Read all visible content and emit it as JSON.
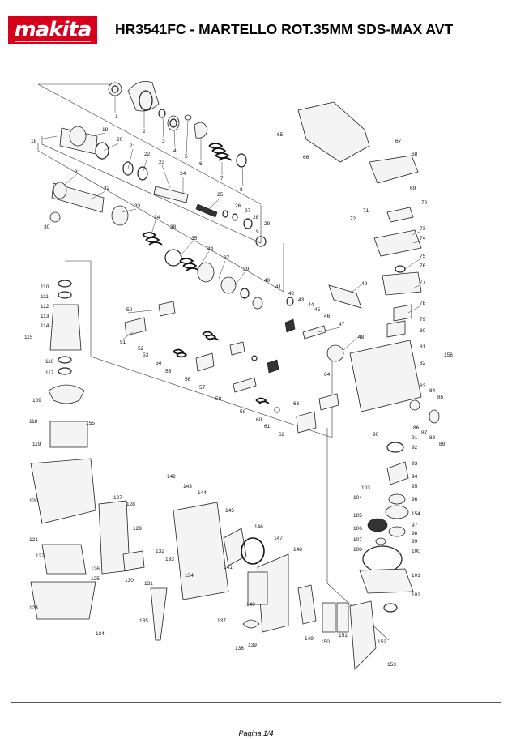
{
  "header": {
    "logo_text": "makita",
    "title": "HR3541FC - MARTELLO ROT.35MM SDS-MAX AVT"
  },
  "labels": {
    "p1": "1",
    "p2": "2",
    "p3": "3",
    "p4": "4",
    "p5": "5",
    "p6": "6",
    "p7": "7",
    "p8": "8",
    "p9": "9",
    "p18": "18",
    "p19": "19",
    "p20": "20",
    "p21": "21",
    "p22": "22",
    "p23": "23",
    "p24": "24",
    "p25": "25",
    "p26": "26",
    "p27": "27",
    "p28": "28",
    "p29": "29",
    "p30": "30",
    "p31": "31",
    "p32": "32",
    "p33": "33",
    "p34": "34",
    "p35": "35",
    "p36": "36",
    "p37": "37",
    "p38": "38",
    "p39": "39",
    "p40": "40",
    "p41": "41",
    "p42": "42",
    "p43": "43",
    "p44": "44",
    "p45": "45",
    "p46": "46",
    "p47": "47",
    "p48": "48",
    "p49": "49",
    "p50": "50",
    "p51": "51",
    "p52": "52",
    "p53": "53",
    "p54": "54",
    "p55": "55",
    "p56": "56",
    "p57": "57",
    "p58": "58",
    "p59": "59",
    "p60": "60",
    "p61": "61",
    "p62": "62",
    "p63": "63",
    "p64": "64",
    "p65": "65",
    "p66": "66",
    "p67": "67",
    "p68": "68",
    "p69": "69",
    "p70": "70",
    "p71": "71",
    "p72": "72",
    "p73": "73",
    "p74": "74",
    "p75": "75",
    "p76": "76",
    "p77": "77",
    "p78": "78",
    "p79": "79",
    "p80": "80",
    "p81": "81",
    "p82": "82",
    "p83": "83",
    "p84": "84",
    "p85": "85",
    "p86": "86",
    "p87": "87",
    "p88": "88",
    "p89": "89",
    "p90": "90",
    "p91": "91",
    "p92": "92",
    "p93": "93",
    "p94": "94",
    "p95": "95",
    "p96": "96",
    "p97": "97",
    "p98": "98",
    "p99": "99",
    "p100": "100",
    "p101": "101",
    "p102": "102",
    "p103": "103",
    "p104": "104",
    "p105": "105",
    "p106": "106",
    "p107": "107",
    "p108": "108",
    "p109": "109",
    "p110": "110",
    "p111": "111",
    "p112": "112",
    "p113": "113",
    "p114": "114",
    "p115": "115",
    "p116": "116",
    "p117": "117",
    "p118": "118",
    "p119": "119",
    "p120": "120",
    "p121": "121",
    "p122": "122",
    "p123": "123",
    "p124": "124",
    "p125": "125",
    "p126": "126",
    "p127": "127",
    "p128": "128",
    "p129": "129",
    "p130": "130",
    "p131": "131",
    "p132": "132",
    "p133": "133",
    "p134": "134",
    "p137": "137",
    "p138": "138",
    "p139": "139",
    "p140": "140",
    "p141": "141",
    "p142": "142",
    "p143": "143",
    "p144": "144",
    "p145": "145",
    "p146": "146",
    "p147": "147",
    "p148": "148",
    "p149": "149",
    "p150": "150",
    "p151": "151",
    "p152": "152",
    "p153": "153",
    "p154": "154",
    "p155": "155",
    "p156": "156",
    "p135": "135"
  },
  "footer": {
    "page": "Pagina 1/4"
  }
}
